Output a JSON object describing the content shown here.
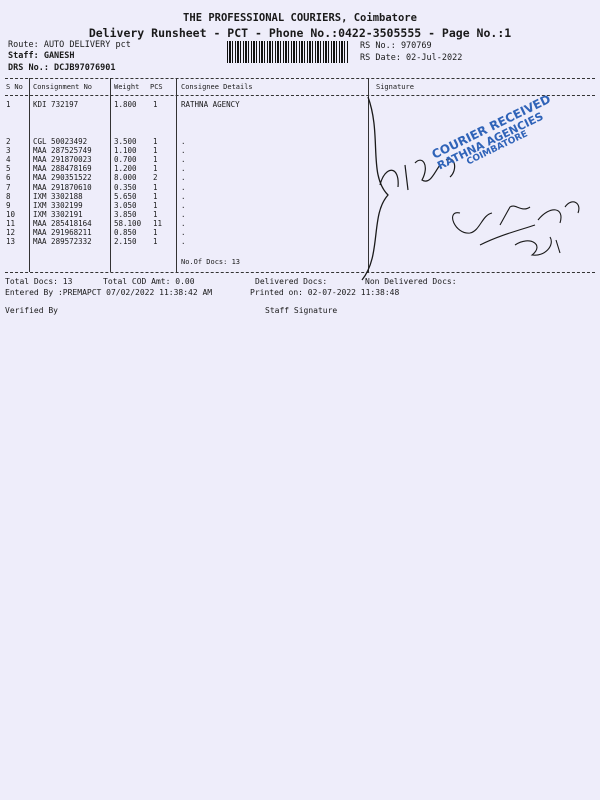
{
  "header": {
    "company": "THE PROFESSIONAL COURIERS, Coimbatore",
    "runsheet": "Delivery Runsheet - PCT - Phone No.:0422-3505555 - Page No.:1",
    "route": "Route: AUTO DELIVERY pct",
    "staff": "Staff: GANESH",
    "drs": "DRS No.: DCJB97076901",
    "rs_no": "RS No.: 970769",
    "rs_date": "RS Date: 02-Jul-2022"
  },
  "columns": {
    "sno": "S No",
    "consignment": "Consignment No",
    "weight": "Weight",
    "pcs": "PCS",
    "consignee": "Consignee Details",
    "signature": "Signature"
  },
  "rows": [
    {
      "sno": "1",
      "consignment": "KDI 732197",
      "weight": "1.800",
      "pcs": "1",
      "consignee": "RATHNA AGENCY"
    },
    {
      "sno": "2",
      "consignment": "CGL 50023492",
      "weight": "3.500",
      "pcs": "1",
      "consignee": "."
    },
    {
      "sno": "3",
      "consignment": "MAA 287525749",
      "weight": "1.100",
      "pcs": "1",
      "consignee": "."
    },
    {
      "sno": "4",
      "consignment": "MAA 291870023",
      "weight": "0.700",
      "pcs": "1",
      "consignee": "."
    },
    {
      "sno": "5",
      "consignment": "MAA 288478169",
      "weight": "1.200",
      "pcs": "1",
      "consignee": "."
    },
    {
      "sno": "6",
      "consignment": "MAA 290351522",
      "weight": "8.000",
      "pcs": "2",
      "consignee": "."
    },
    {
      "sno": "7",
      "consignment": "MAA 291870610",
      "weight": "0.350",
      "pcs": "1",
      "consignee": "."
    },
    {
      "sno": "8",
      "consignment": "IXM 3302188",
      "weight": "5.650",
      "pcs": "1",
      "consignee": "."
    },
    {
      "sno": "9",
      "consignment": "IXM 3302199",
      "weight": "3.050",
      "pcs": "1",
      "consignee": "."
    },
    {
      "sno": "10",
      "consignment": "IXM 3302191",
      "weight": "3.850",
      "pcs": "1",
      "consignee": "."
    },
    {
      "sno": "11",
      "consignment": "MAA 285418164",
      "weight": "58.100",
      "pcs": "11",
      "consignee": "."
    },
    {
      "sno": "12",
      "consignment": "MAA 291968211",
      "weight": "0.850",
      "pcs": "1",
      "consignee": "."
    },
    {
      "sno": "13",
      "consignment": "MAA 289572332",
      "weight": "2.150",
      "pcs": "1",
      "consignee": "."
    }
  ],
  "no_of_docs": "No.Of Docs: 13",
  "footer": {
    "total_docs": "Total Docs:  13",
    "total_cod": "Total COD Amt:    0.00",
    "delivered": "Delivered Docs:",
    "non_delivered": "Non Delivered Docs:",
    "entered_by": "Entered By :PREMAPCT 07/02/2022 11:38:42 AM",
    "printed_on": "Printed on: 02-07-2022 11:38:48",
    "verified_by": "Verified By",
    "staff_signature": "Staff Signature"
  },
  "stamp": {
    "line1": "COURIER RECEIVED",
    "line2": "RATHNA AGENCIES",
    "line3": "COIMBATORE"
  },
  "colors": {
    "background": "#eeedfa",
    "stamp_blue": "#2f63b8",
    "ink": "#1a1a1a"
  }
}
